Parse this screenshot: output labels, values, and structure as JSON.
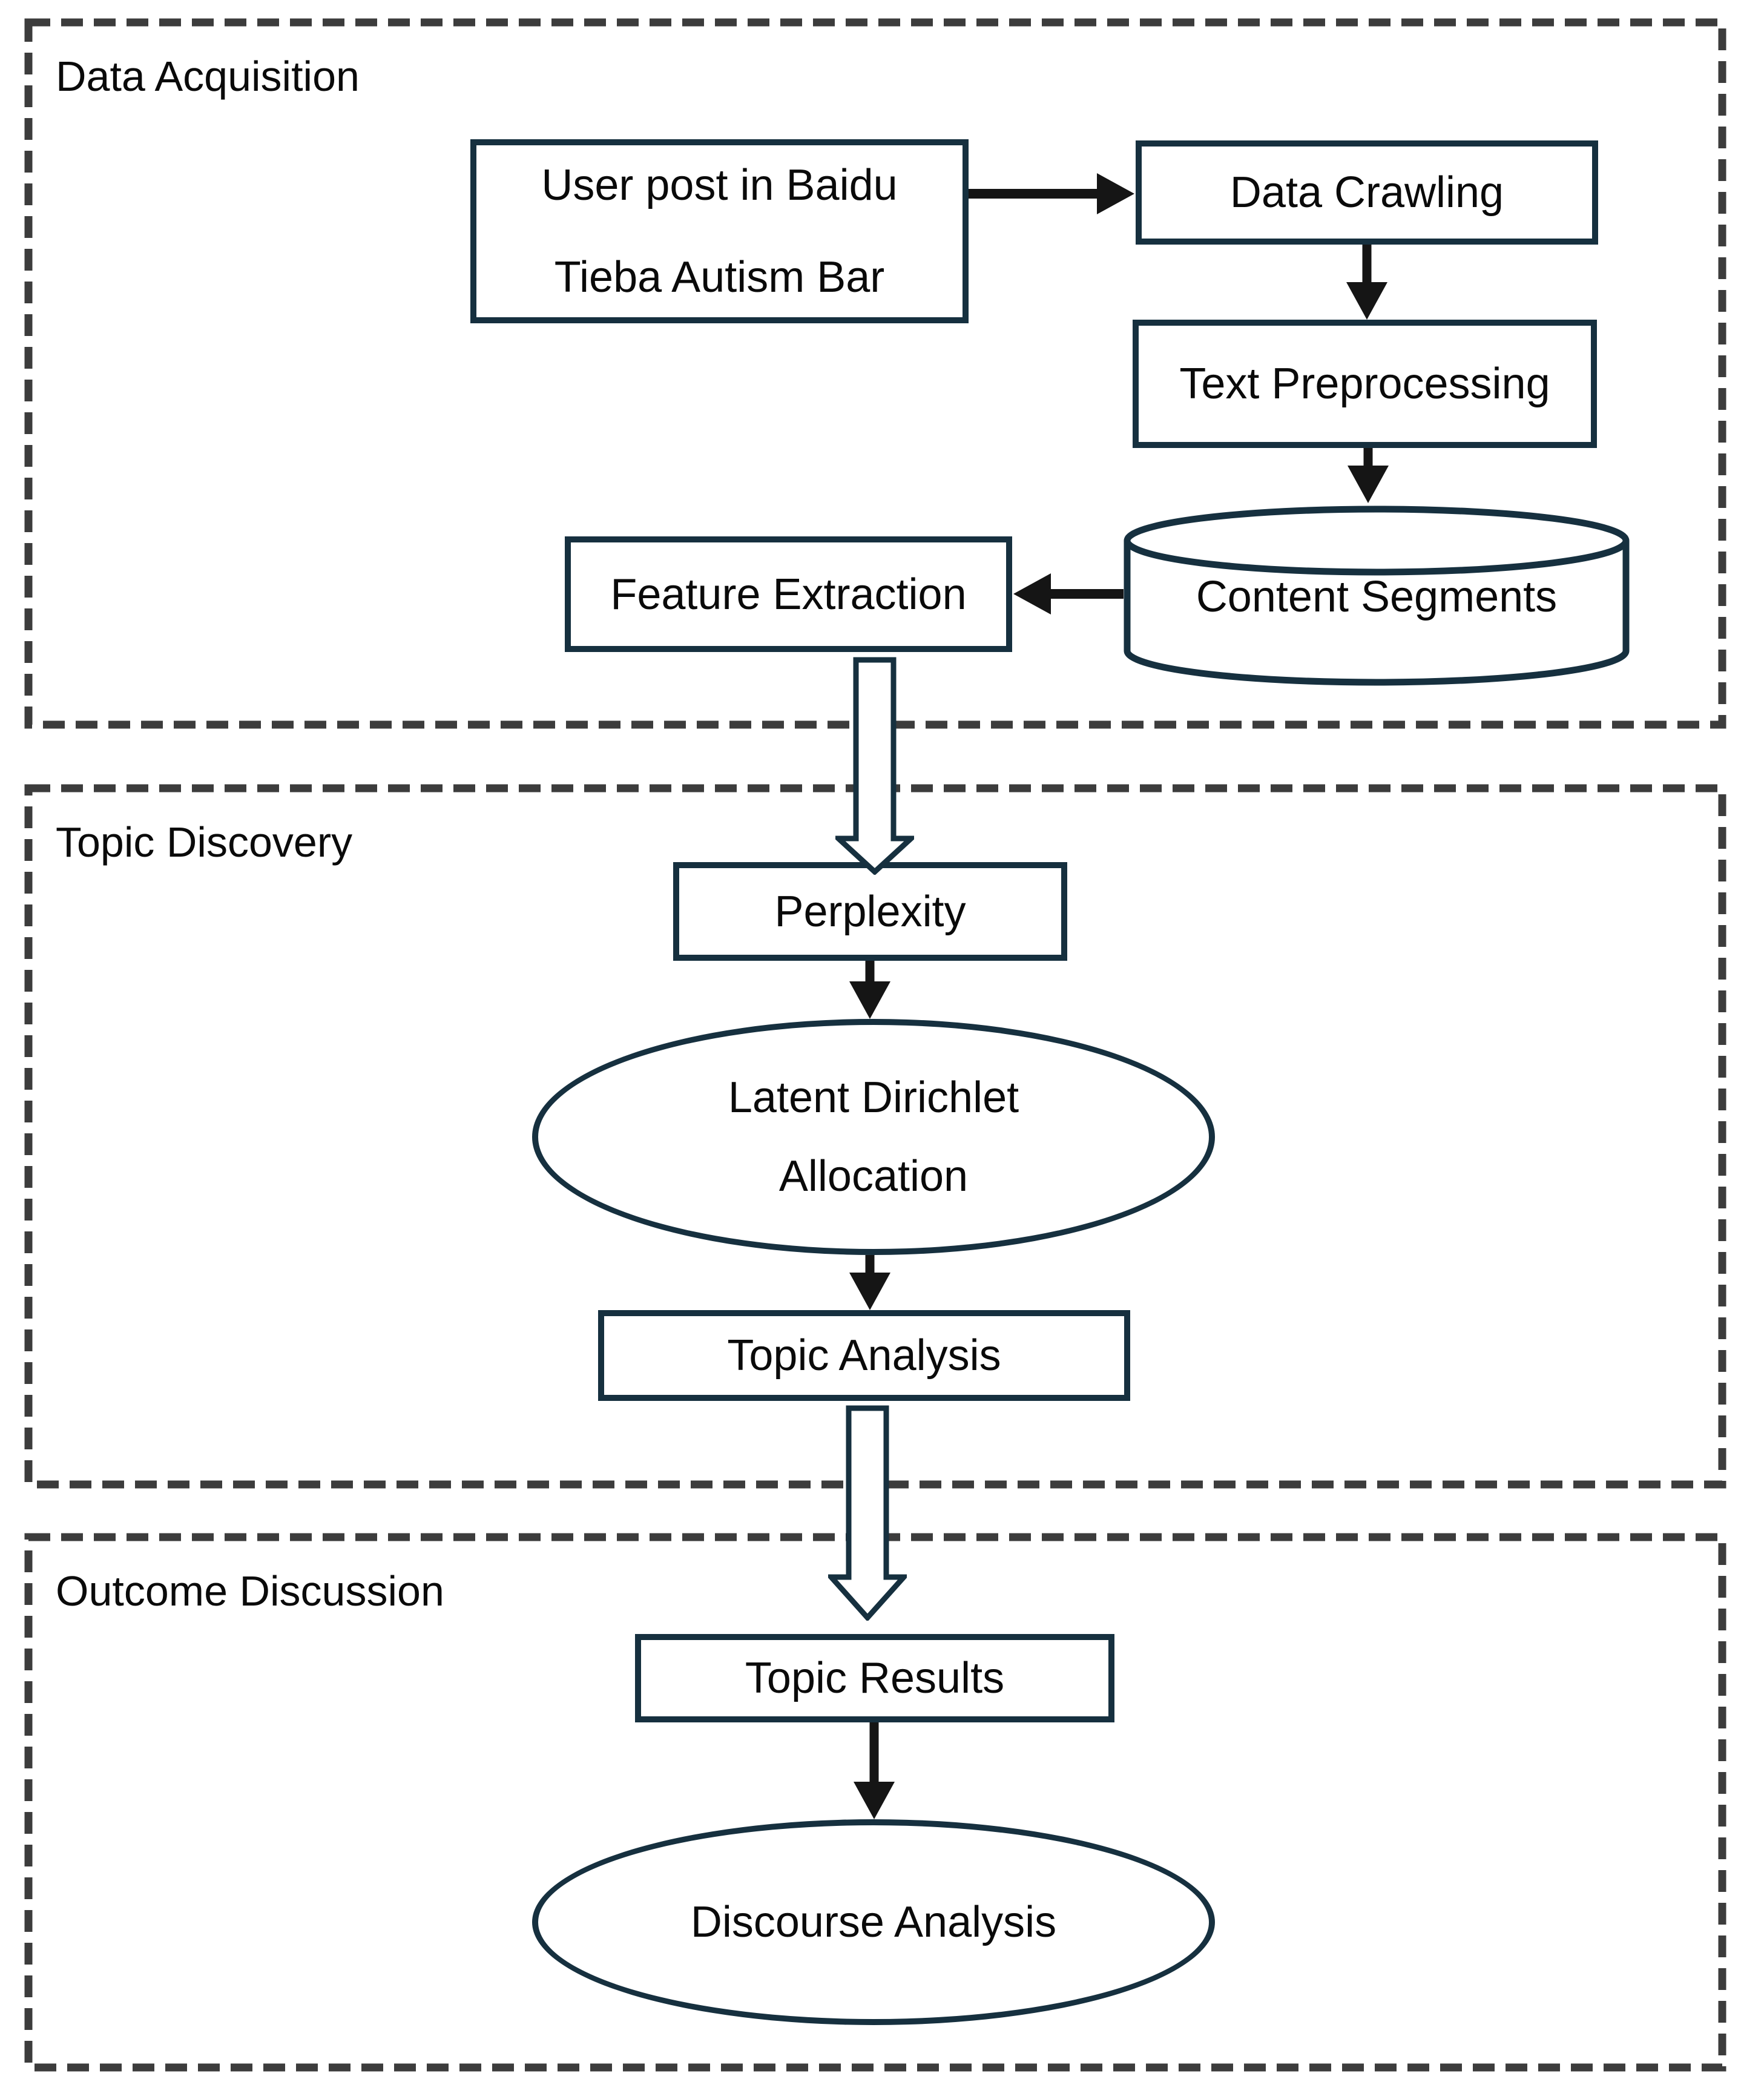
{
  "meta": {
    "type": "flowchart",
    "background": "#ffffff"
  },
  "colors": {
    "section_border": "#3c3c3c",
    "node_border": "#16303f",
    "hollow_arrow_outline": "#16303f",
    "solid_arrow": "#151515",
    "text": "#0a0a0a",
    "node_fill": "#ffffff"
  },
  "sections": [
    {
      "label": "Data Acquisition"
    },
    {
      "label": "Topic Discovery"
    },
    {
      "label": "Outcome Discussion"
    }
  ],
  "nodes": {
    "user_post": {
      "shape": "rectangle",
      "lines": [
        "User post in Baidu",
        "Tieba Autism Bar"
      ]
    },
    "data_crawling": {
      "shape": "rectangle",
      "label": "Data Crawling"
    },
    "text_preprocessing": {
      "shape": "rectangle",
      "label": "Text Preprocessing"
    },
    "content_segments": {
      "shape": "cylinder",
      "label": "Content Segments"
    },
    "feature_extraction": {
      "shape": "rectangle",
      "label": "Feature Extraction"
    },
    "perplexity": {
      "shape": "rectangle",
      "label": "Perplexity"
    },
    "latent_dirichlet_allocation": {
      "shape": "ellipse",
      "lines": [
        "Latent Dirichlet",
        "Allocation"
      ]
    },
    "topic_analysis": {
      "shape": "rectangle",
      "label": "Topic Analysis"
    },
    "topic_results": {
      "shape": "rectangle",
      "label": "Topic Results"
    },
    "discourse_analysis": {
      "shape": "ellipse",
      "label": "Discourse Analysis"
    }
  },
  "edges": [
    {
      "from": "user_post",
      "to": "data_crawling",
      "style": "solid-arrow",
      "direction": "right"
    },
    {
      "from": "data_crawling",
      "to": "text_preprocessing",
      "style": "solid-arrow",
      "direction": "down"
    },
    {
      "from": "text_preprocessing",
      "to": "content_segments",
      "style": "solid-arrow",
      "direction": "down"
    },
    {
      "from": "content_segments",
      "to": "feature_extraction",
      "style": "solid-arrow",
      "direction": "left"
    },
    {
      "from": "feature_extraction",
      "to": "perplexity",
      "style": "hollow-arrow",
      "direction": "down"
    },
    {
      "from": "perplexity",
      "to": "latent_dirichlet_allocation",
      "style": "solid-arrow",
      "direction": "down"
    },
    {
      "from": "latent_dirichlet_allocation",
      "to": "topic_analysis",
      "style": "solid-arrow",
      "direction": "down"
    },
    {
      "from": "topic_analysis",
      "to": "topic_results",
      "style": "hollow-arrow",
      "direction": "down"
    },
    {
      "from": "topic_results",
      "to": "discourse_analysis",
      "style": "solid-arrow",
      "direction": "down"
    }
  ]
}
